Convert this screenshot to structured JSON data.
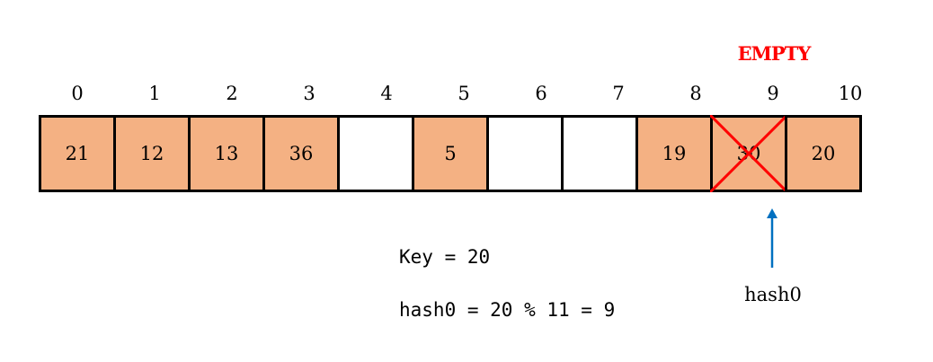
{
  "status_label": "EMPTY",
  "slots": [
    {
      "index": "0",
      "value": "21",
      "filled": true,
      "deleted": false
    },
    {
      "index": "1",
      "value": "12",
      "filled": true,
      "deleted": false
    },
    {
      "index": "2",
      "value": "13",
      "filled": true,
      "deleted": false
    },
    {
      "index": "3",
      "value": "36",
      "filled": true,
      "deleted": false
    },
    {
      "index": "4",
      "value": "",
      "filled": false,
      "deleted": false
    },
    {
      "index": "5",
      "value": "5",
      "filled": true,
      "deleted": false
    },
    {
      "index": "6",
      "value": "",
      "filled": false,
      "deleted": false
    },
    {
      "index": "7",
      "value": "",
      "filled": false,
      "deleted": false
    },
    {
      "index": "8",
      "value": "19",
      "filled": true,
      "deleted": false
    },
    {
      "index": "9",
      "value": "30",
      "filled": true,
      "deleted": true
    },
    {
      "index": "10",
      "value": "20",
      "filled": true,
      "deleted": false
    }
  ],
  "pointer_label": "hash0",
  "calculations": {
    "key_line": "Key = 20",
    "hash_line": "hash0 = 20 % 11 = 9"
  },
  "colors": {
    "filled": "#f4b183",
    "empty": "#ffffff",
    "border": "#000000",
    "cross": "#ff0000",
    "status_text": "#ff0000",
    "arrow": "#0070c0"
  }
}
